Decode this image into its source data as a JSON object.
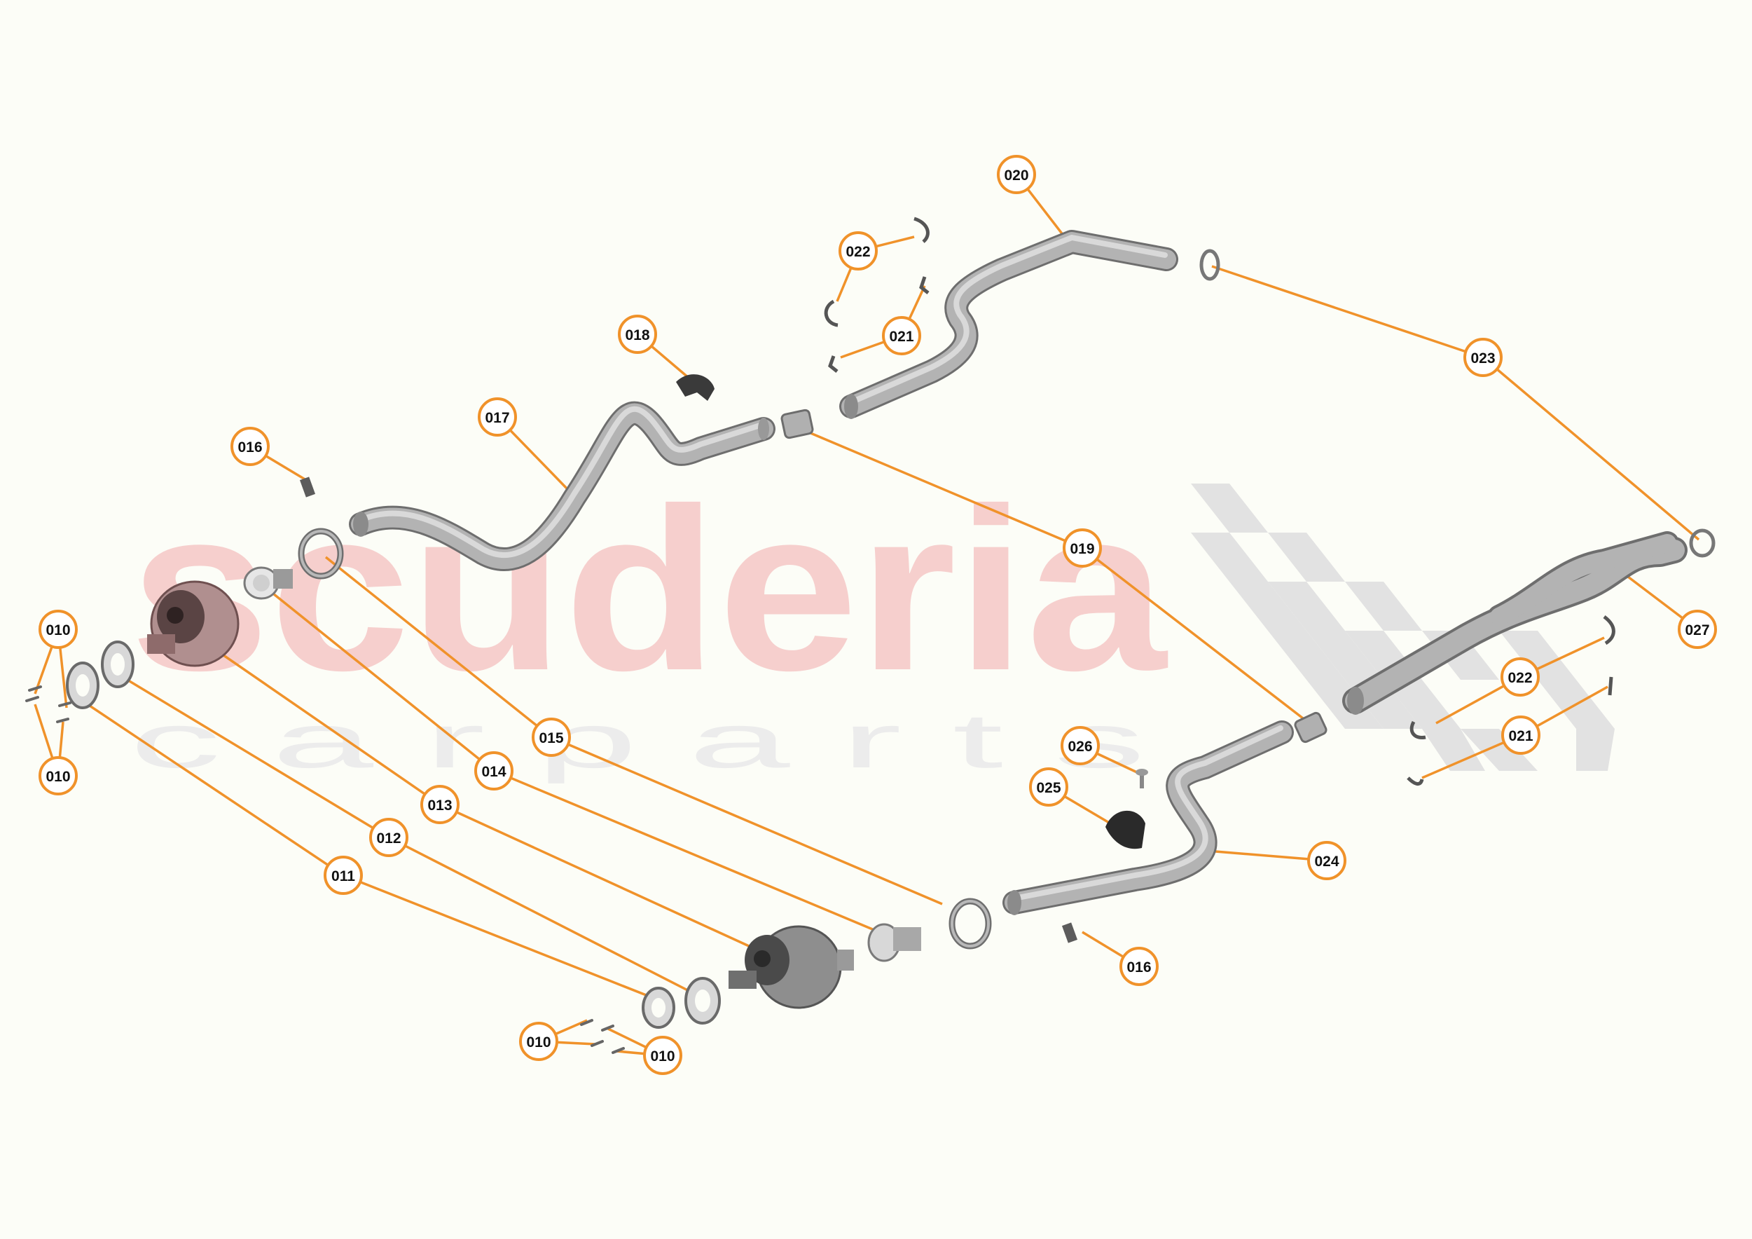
{
  "watermark": {
    "brand": "scuderia",
    "subtitle": "c a r p a r t s",
    "brand_color": "#f6cfcd",
    "subtitle_color": "#ececec",
    "flag_color": "#e2e2e2"
  },
  "colors": {
    "accent": "#f0922a",
    "pipe": "#b3b3b3",
    "background": "#fcfdf7"
  },
  "callouts": [
    {
      "id": "c010a",
      "label": "010"
    },
    {
      "id": "c010b",
      "label": "010"
    },
    {
      "id": "c010c",
      "label": "010"
    },
    {
      "id": "c010d",
      "label": "010"
    },
    {
      "id": "c011",
      "label": "011"
    },
    {
      "id": "c012",
      "label": "012"
    },
    {
      "id": "c013",
      "label": "013"
    },
    {
      "id": "c014",
      "label": "014"
    },
    {
      "id": "c015",
      "label": "015"
    },
    {
      "id": "c016a",
      "label": "016"
    },
    {
      "id": "c016b",
      "label": "016"
    },
    {
      "id": "c017",
      "label": "017"
    },
    {
      "id": "c018",
      "label": "018"
    },
    {
      "id": "c019",
      "label": "019"
    },
    {
      "id": "c020",
      "label": "020"
    },
    {
      "id": "c021a",
      "label": "021"
    },
    {
      "id": "c021b",
      "label": "021"
    },
    {
      "id": "c022a",
      "label": "022"
    },
    {
      "id": "c022b",
      "label": "022"
    },
    {
      "id": "c023",
      "label": "023"
    },
    {
      "id": "c024",
      "label": "024"
    },
    {
      "id": "c025",
      "label": "025"
    },
    {
      "id": "c026",
      "label": "026"
    },
    {
      "id": "c027",
      "label": "027"
    }
  ]
}
